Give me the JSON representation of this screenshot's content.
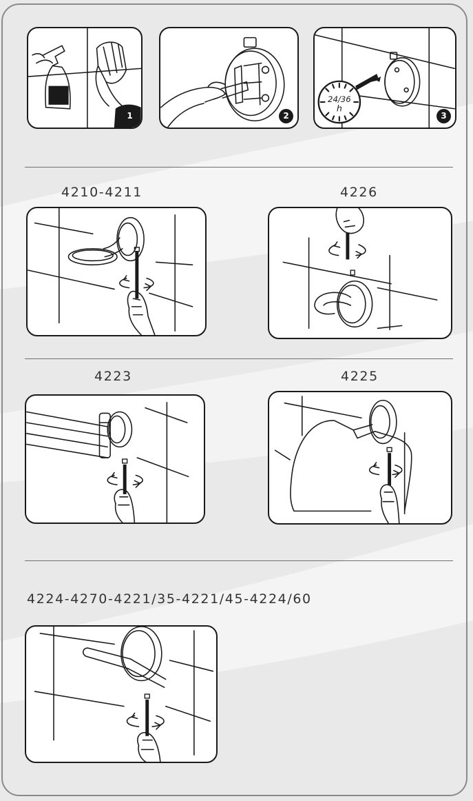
{
  "steps": [
    {
      "number": "1"
    },
    {
      "number": "2"
    },
    {
      "number": "3",
      "timer_text": "24/36",
      "timer_unit": "h"
    }
  ],
  "products": [
    {
      "label": "4210-4211"
    },
    {
      "label": "4226"
    },
    {
      "label": "4223"
    },
    {
      "label": "4225"
    },
    {
      "label": "4224-4270-4221/35-4221/45-4224/60"
    }
  ],
  "colors": {
    "background": "#e9e9ea",
    "line": "#1a1a1a",
    "text": "#333333"
  }
}
